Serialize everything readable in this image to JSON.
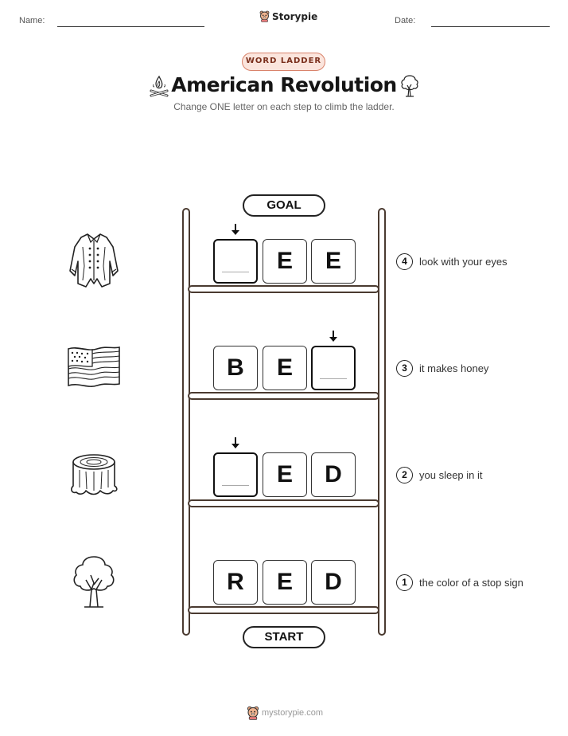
{
  "header": {
    "name_label": "Name:",
    "date_label": "Date:",
    "brand": "Storypie"
  },
  "badge": "WORD LADDER",
  "title": "American Revolution",
  "subtitle": "Change ONE letter on each step to climb the ladder.",
  "ladder": {
    "goal_label": "GOAL",
    "start_label": "START",
    "steps": [
      {
        "number": "4",
        "clue": "look with your eyes",
        "letters": [
          "",
          "E",
          "E"
        ],
        "blank_index": 0,
        "picture": "colonial-coat-icon"
      },
      {
        "number": "3",
        "clue": "it makes honey",
        "letters": [
          "B",
          "E",
          ""
        ],
        "blank_index": 2,
        "picture": "american-flag-icon"
      },
      {
        "number": "2",
        "clue": "you sleep in it",
        "letters": [
          "",
          "E",
          "D"
        ],
        "blank_index": 0,
        "picture": "tree-stump-icon"
      },
      {
        "number": "1",
        "clue": "the color of a stop sign",
        "letters": [
          "R",
          "E",
          "D"
        ],
        "blank_index": null,
        "picture": "tree-icon"
      }
    ]
  },
  "footer": "mystorypie.com",
  "colors": {
    "badge_fill": "#fbe5dd",
    "badge_border": "#d9836b",
    "ladder_wood": "#4a3a30"
  }
}
